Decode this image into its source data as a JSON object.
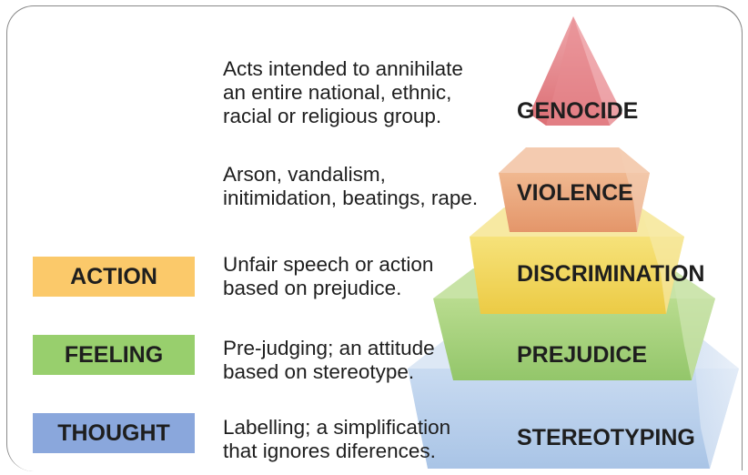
{
  "categories": [
    {
      "key": "action",
      "label": "ACTION",
      "color": "#fbc96a"
    },
    {
      "key": "feeling",
      "label": "FEELING",
      "color": "#98cf6d"
    },
    {
      "key": "thought",
      "label": "THOUGHT",
      "color": "#8aa7dc"
    }
  ],
  "levels": [
    {
      "name": "GENOCIDE",
      "lines": [
        "Acts intended to annihilate",
        "an entire national, ethnic,",
        "racial or religious group."
      ]
    },
    {
      "name": "VIOLENCE",
      "lines": [
        "Arson, vandalism,",
        "initimidation, beatings, rape."
      ]
    },
    {
      "name": "DISCRIMINATION",
      "lines": [
        "Unfair speech or action",
        "based on prejudice."
      ]
    },
    {
      "name": "PREJUDICE",
      "lines": [
        "Pre-judging; an attitude",
        "based on stereotype."
      ]
    },
    {
      "name": "STEREOTYPING",
      "lines": [
        "Labelling; a simplification",
        "that ignores diferences."
      ]
    }
  ],
  "pyramid_colors": {
    "genocide": "#e0767a",
    "violence": "#e9a274",
    "discrimination": "#f2d660",
    "prejudice": "#a8d47a",
    "stereotyping": "#b7cdea"
  }
}
